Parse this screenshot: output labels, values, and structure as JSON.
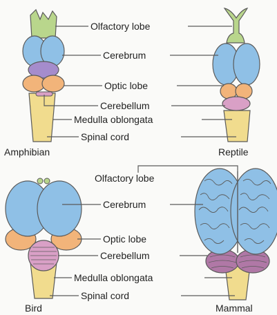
{
  "top": {
    "labels": {
      "olfactory": "Olfactory lobe",
      "cerebrum": "Cerebrum",
      "optic": "Optic lobe",
      "cerebellum": "Cerebellum",
      "medulla": "Medulla oblongata",
      "spinal": "Spinal cord"
    },
    "animals": {
      "left": "Amphibian",
      "right": "Reptile"
    }
  },
  "bottom": {
    "labels": {
      "olfactory": "Olfactory lobe",
      "cerebrum": "Cerebrum",
      "optic": "Optic lobe",
      "cerebellum": "Cerebellum",
      "medulla": "Medulla oblongata",
      "spinal": "Spinal cord"
    },
    "animals": {
      "left": "Bird",
      "right": "Mammal"
    }
  },
  "colors": {
    "olfactory": "#b9d68c",
    "cerebrum": "#8fc0e6",
    "optic": "#f2b47a",
    "cerebellum": "#d9a0c6",
    "diencephalon": "#a58ccc",
    "medulla": "#f1dc8e",
    "mammal_cerebellum": "#b078a6",
    "outline": "#5a5a5a"
  }
}
